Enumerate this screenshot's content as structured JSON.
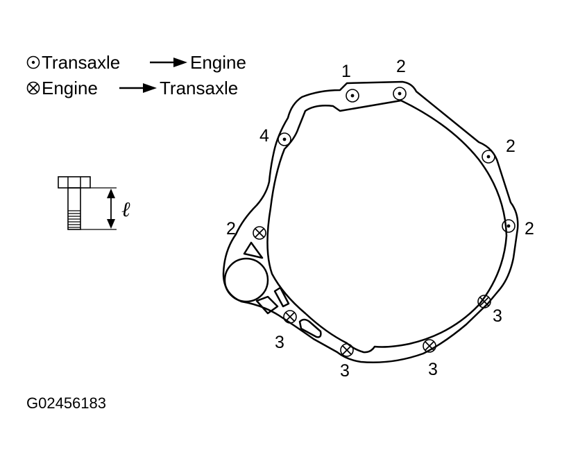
{
  "legend": {
    "row1": {
      "symbol": "dotted-circle-icon",
      "from": "Transaxle",
      "to": "Engine"
    },
    "row2": {
      "symbol": "crossed-circle-icon",
      "from": "Engine",
      "to": "Transaxle"
    }
  },
  "bolt_length_symbol": "ℓ",
  "bolt_labels": [
    "1",
    "2",
    "2",
    "2",
    "4",
    "2",
    "3",
    "3",
    "3",
    "3"
  ],
  "figure_code": "G02456183"
}
